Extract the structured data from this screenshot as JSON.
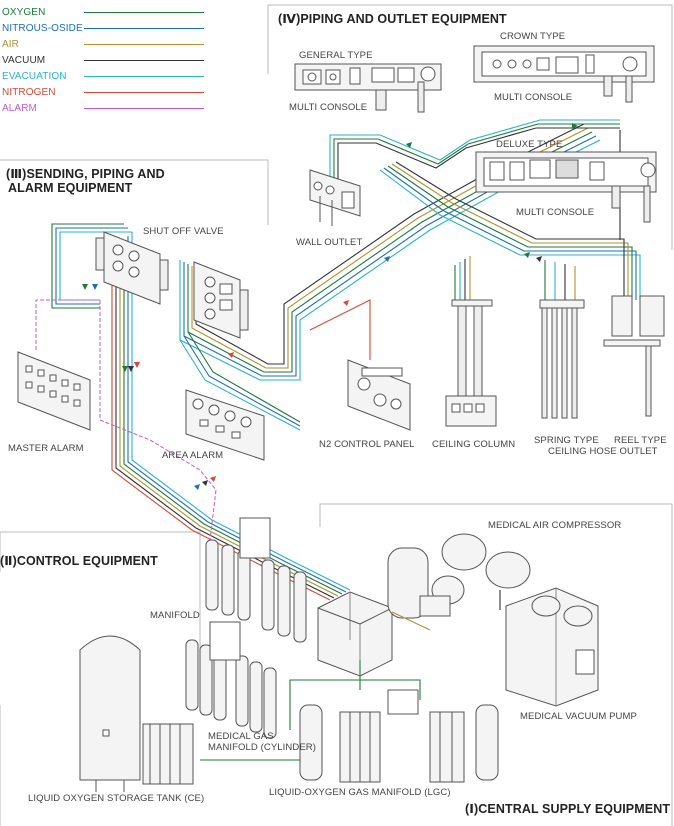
{
  "legend": [
    {
      "label": "OXYGEN",
      "color": "#1e7a3c"
    },
    {
      "label": "NITROUS-OSIDE",
      "color": "#1f6fb8"
    },
    {
      "label": "AIR",
      "color": "#b0922f"
    },
    {
      "label": "VACUUM",
      "color": "#333333"
    },
    {
      "label": "EVACUATION",
      "color": "#2bb3c8"
    },
    {
      "label": "NITROGEN",
      "color": "#d24a3a"
    },
    {
      "label": "ALARM",
      "color": "#c05cc9"
    }
  ],
  "sections": {
    "piping_outlet": "(Ⅳ)PIPING AND OUTLET EQUIPMENT",
    "sending_line1": "(Ⅲ)SENDING, PIPING AND",
    "sending_line2": "ALARM EQUIPMENT",
    "control": "(Ⅱ)CONTROL EQUIPMENT",
    "central": "(Ⅰ)CENTRAL SUPPLY EQUIPMENT"
  },
  "labels": {
    "general_type": "GENERAL TYPE",
    "multi_console_1": "MULTI CONSOLE",
    "crown_type": "CROWN TYPE",
    "multi_console_2": "MULTI CONSOLE",
    "deluxe_type": "DELUXE TYPE",
    "multi_console_3": "MULTI CONSOLE",
    "wall_outlet": "WALL OUTLET",
    "shut_off_valve": "SHUT OFF VALVE",
    "master_alarm": "MASTER ALARM",
    "area_alarm": "AREA ALARM",
    "n2_control_panel": "N2 CONTROL PANEL",
    "ceiling_column": "CEILING COLUMN",
    "spring_type": "SPRING TYPE",
    "reel_type": "REEL TYPE",
    "ceiling_hose_outlet": "CEILING HOSE OUTLET",
    "medical_air_compressor": "MEDICAL AIR COMPRESSOR",
    "manifold": "MANIFOLD",
    "medical_gas_line1": "MEDICAL GAS",
    "medical_gas_line2": "MANIFOLD (CYLINDER)",
    "medical_vacuum_pump": "MEDICAL VACUUM PUMP",
    "lox_tank": "LIQUID OXYGEN STORAGE TANK (CE)",
    "lgc": "LIQUID-OXYGEN GAS MANIFOLD (LGC)"
  }
}
